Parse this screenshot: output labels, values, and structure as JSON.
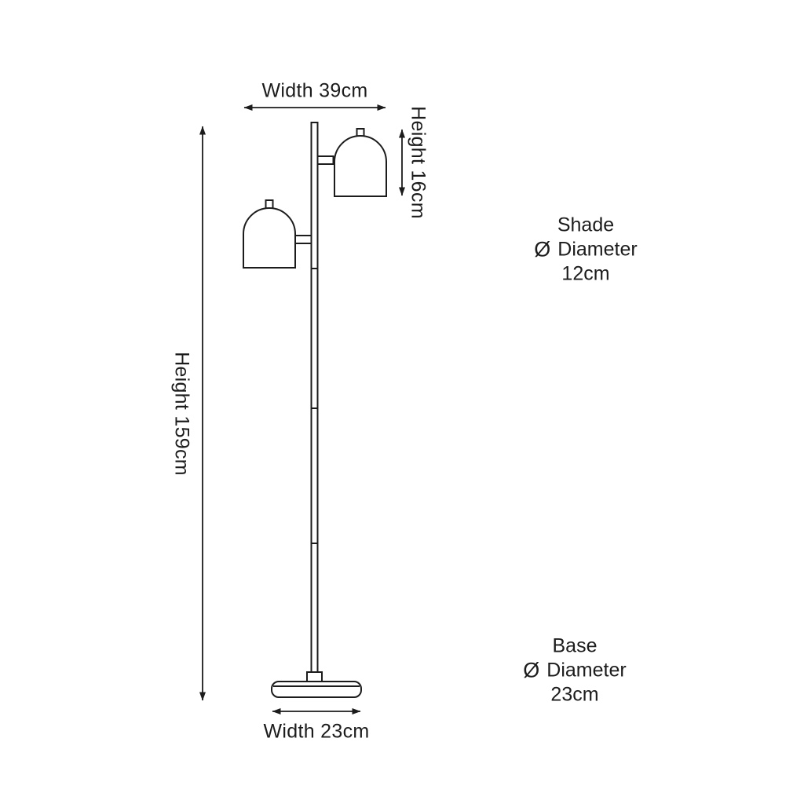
{
  "page": {
    "background": "#ffffff"
  },
  "colors": {
    "line": "#1c1c1c",
    "text": "#1c1c1c"
  },
  "dimensions": {
    "top_width": "Width 39cm",
    "shade_height": "Height 16cm",
    "overall_height": "Height 159cm",
    "base_width": "Width 23cm"
  },
  "annotations": {
    "shade": {
      "title": "Shade",
      "symbol": "Ø",
      "label": "Diameter",
      "value": "12cm"
    },
    "base": {
      "title": "Base",
      "symbol": "Ø",
      "label": "Diameter",
      "value": "23cm"
    }
  }
}
